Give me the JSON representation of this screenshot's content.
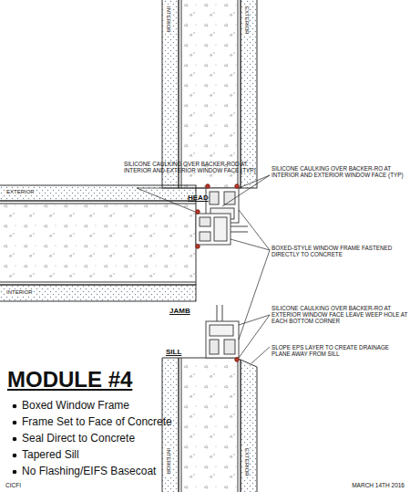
{
  "diagram": {
    "title": "MODULE #4",
    "labels": [
      "INTERIOR",
      "EXTERIOR",
      "SILICONE CAULKING OVER BACKER-ROD AT INTERIOR AND EXTERIOR WINDOW FACE (TYP)",
      "HEAD",
      "SILICONE CAULKING OVER BACKER-RO AT INTERIOR AND EXTERIOR WINDOW FACE (TYP)",
      "EXTERIOR",
      "INTERIOR",
      "JAMB",
      "BOXED-STYLE WINDOW FRAME FASTENED DIRECTLY TO CONCRETE",
      "SILICONE CAULKING OVER BACKER-RO AT EXTERIOR WINDOW FACE LEAVE WEEP HOLE AT EACH BOTTOM CORNER",
      "SLOPE EPS LAYER TO CREATE DRAINAGE PLANE AWAY FROM SILL",
      "SILL",
      "INTERIOR",
      "EXTERIOR",
      "Boxed Window Frame",
      "Frame Set to Face of Concrete",
      "Seal Direct to Concrete",
      "Tapered Sill",
      "No Flashing/EIFS Basecoat",
      "CICFI",
      "MARCH 14TH 2016"
    ]
  }
}
